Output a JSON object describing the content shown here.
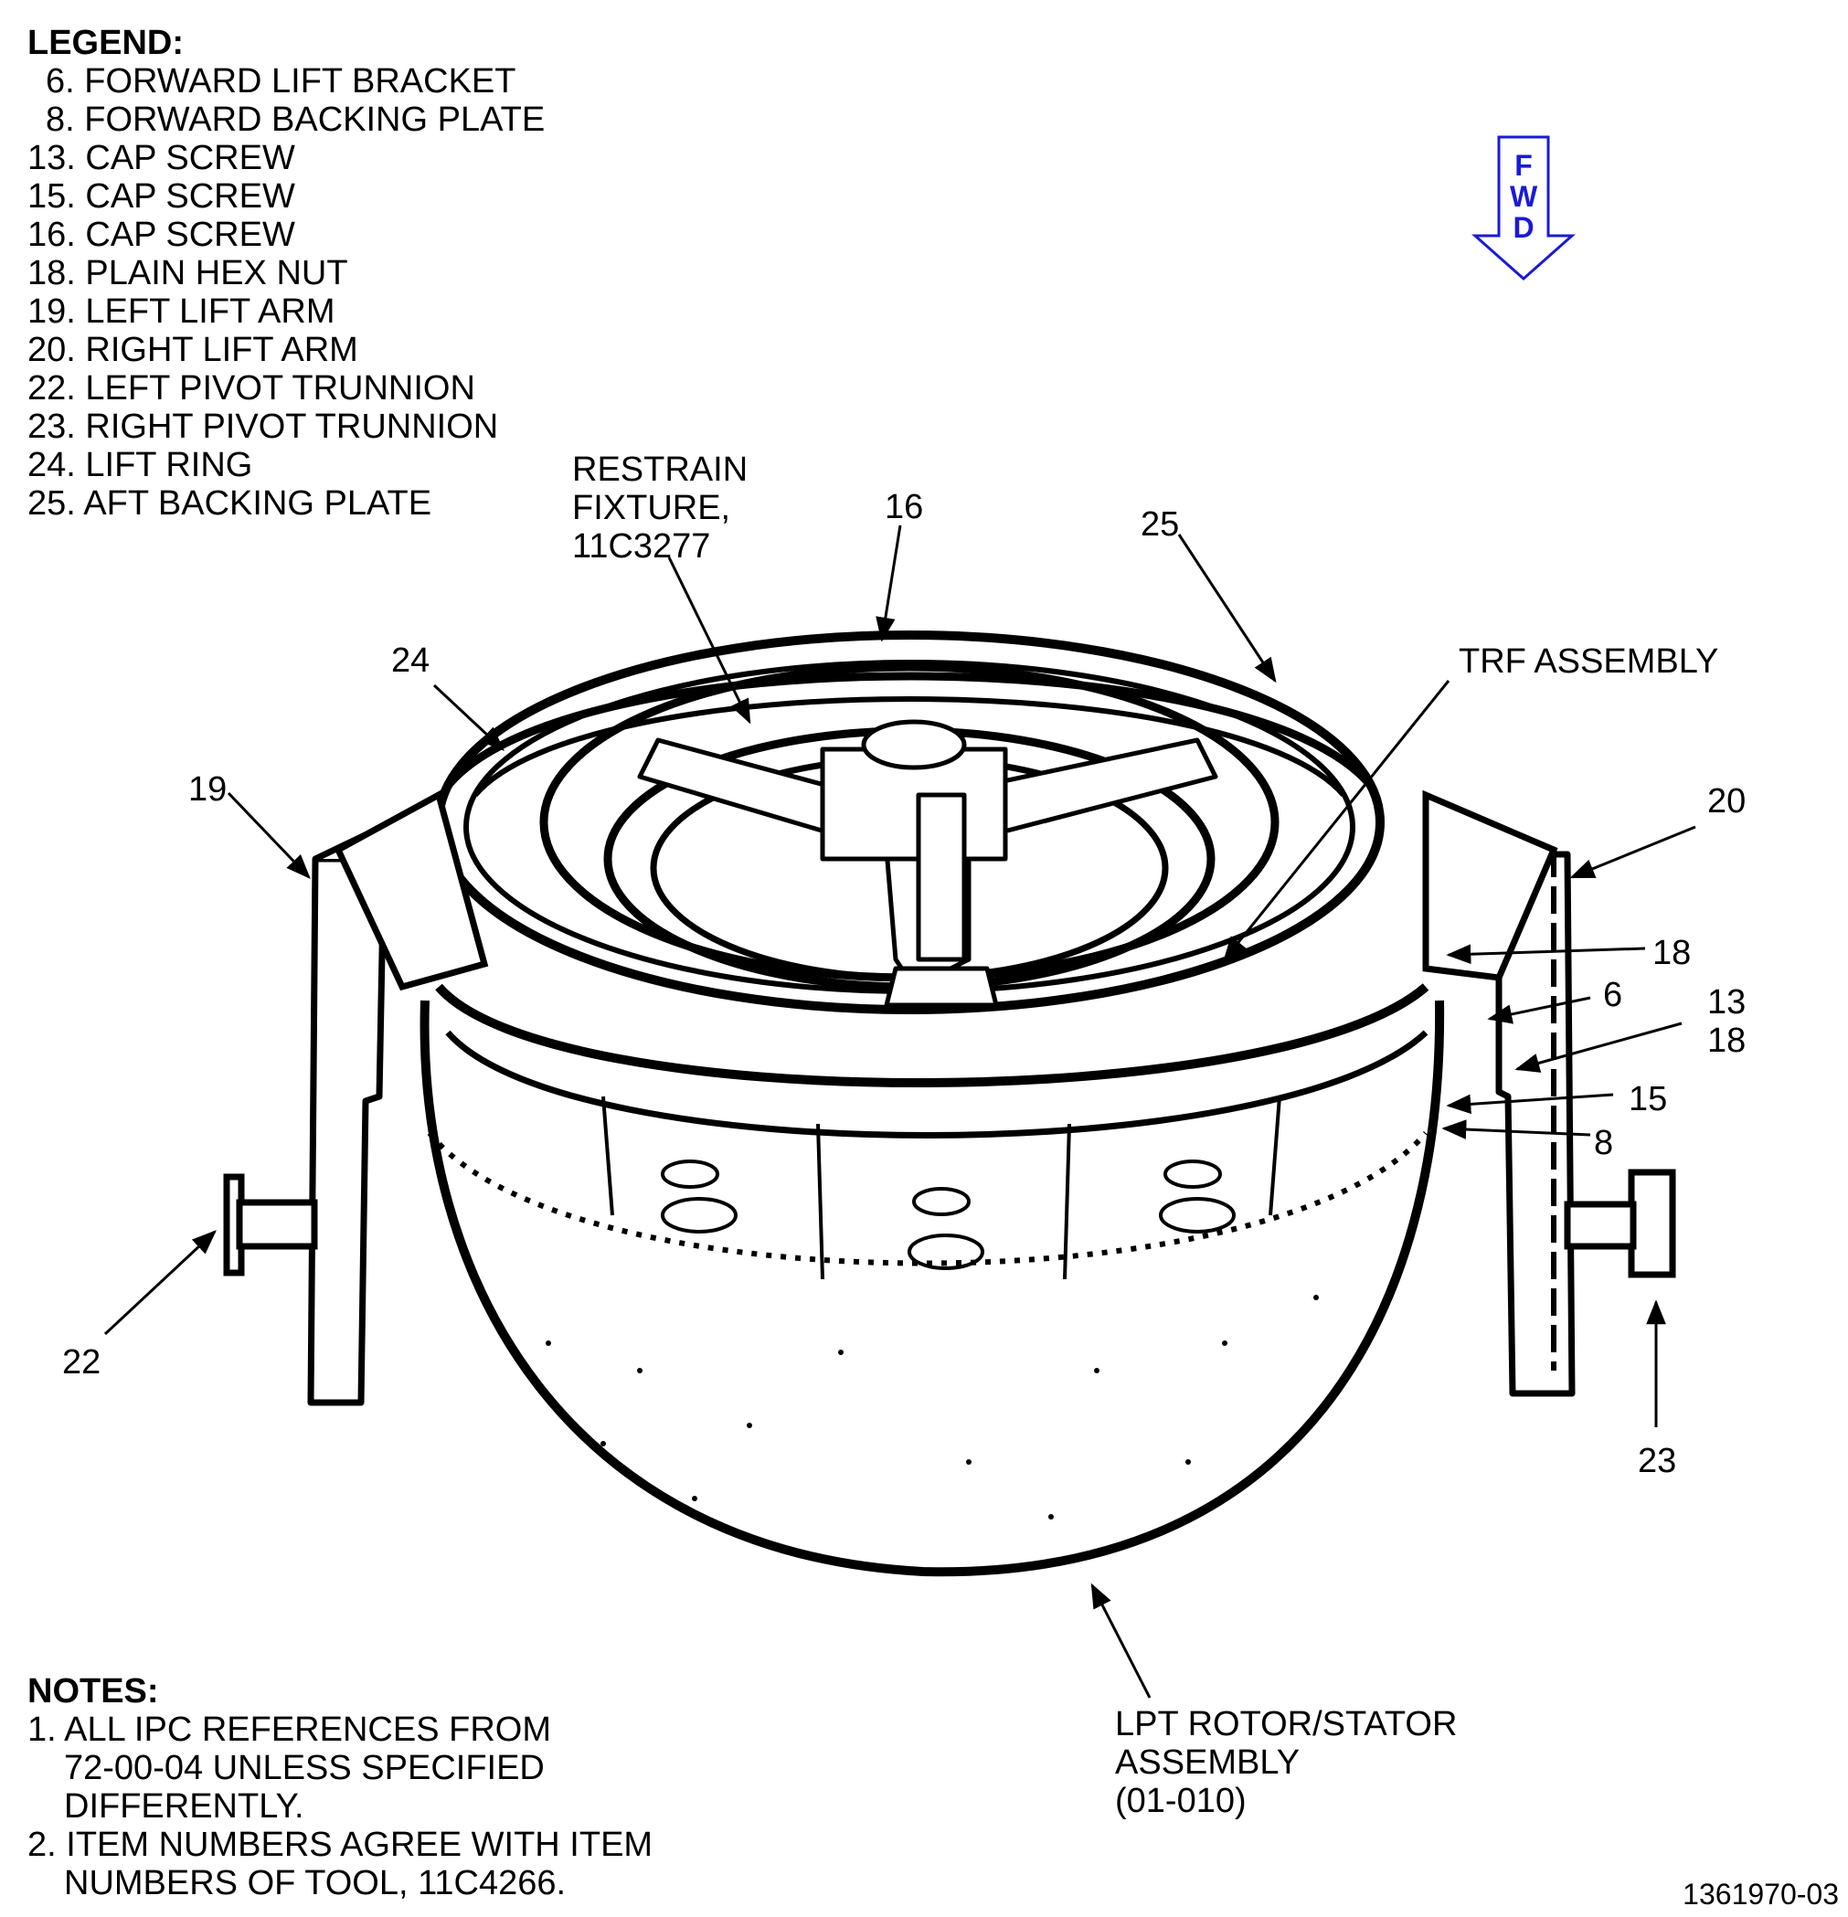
{
  "legend": {
    "title": "LEGEND:",
    "items": [
      "6. FORWARD LIFT BRACKET",
      "8. FORWARD BACKING PLATE",
      "13. CAP SCREW",
      "15. CAP SCREW",
      "16. CAP SCREW",
      "18. PLAIN HEX NUT",
      "19. LEFT LIFT ARM",
      "20. RIGHT LIFT ARM",
      "22. LEFT PIVOT TRUNNION",
      "23. RIGHT PIVOT TRUNNION",
      "24. LIFT RING",
      "25. AFT BACKING PLATE"
    ]
  },
  "notes": {
    "title": "NOTES:",
    "items": [
      {
        "num": "1.",
        "lines": [
          "ALL IPC REFERENCES FROM",
          "72-00-04 UNLESS SPECIFIED",
          "DIFFERENTLY."
        ]
      },
      {
        "num": "2.",
        "lines": [
          "ITEM NUMBERS AGREE WITH ITEM",
          "NUMBERS OF TOOL, 11C4266."
        ]
      }
    ]
  },
  "direction": {
    "letters": [
      "F",
      "W",
      "D"
    ],
    "color": "#1a1ad6"
  },
  "labels": {
    "restrain": "RESTRAIN\nFIXTURE,\n11C3277",
    "trf": "TRF ASSEMBLY",
    "lpt": "LPT ROTOR/STATOR\nASSEMBLY\n(01-010)",
    "c16": "16",
    "c25": "25",
    "c24": "24",
    "c19": "19",
    "c20": "20",
    "c18a": "18",
    "c6": "6",
    "c13": "13",
    "c18b": "18",
    "c15": "15",
    "c8": "8",
    "c22": "22",
    "c23": "23"
  },
  "figure_id": "1361970-03"
}
